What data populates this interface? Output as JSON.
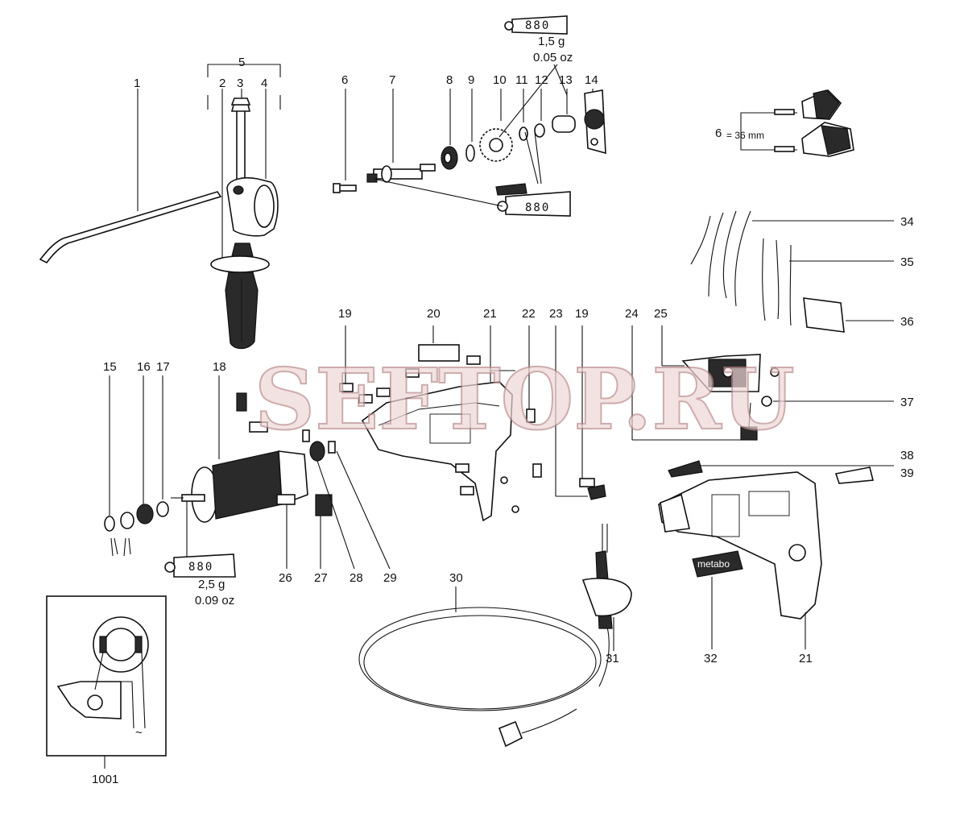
{
  "watermark": "SEFTOP.RU",
  "labels": {
    "p1": "1",
    "p2": "2",
    "p3": "3",
    "p4": "4",
    "p5": "5",
    "p6": "6",
    "p7": "7",
    "p8": "8",
    "p9": "9",
    "p10": "10",
    "p11": "11",
    "p12": "12",
    "p13": "13",
    "p14": "14",
    "p15": "15",
    "p16": "16",
    "p17": "17",
    "p18": "18",
    "p19a": "19",
    "p19b": "19",
    "p20": "20",
    "p21a": "21",
    "p21b": "21",
    "p22": "22",
    "p23": "23",
    "p24": "24",
    "p25": "25",
    "p26": "26",
    "p27": "27",
    "p28": "28",
    "p29": "29",
    "p30": "30",
    "p31": "31",
    "p32": "32",
    "p34": "34",
    "p35": "35",
    "p36": "36",
    "p37": "37",
    "p38": "38",
    "p39": "39",
    "p1001": "1001",
    "p6_eq": "6",
    "p6_dim": "= 36 mm"
  },
  "grease": {
    "code": "880",
    "top_amount": "1,5 g",
    "top_amount_oz": "0.05 oz",
    "bottom_amount": "2,5 g",
    "bottom_amount_oz": "0.09 oz"
  },
  "brand_plate": "metabo"
}
